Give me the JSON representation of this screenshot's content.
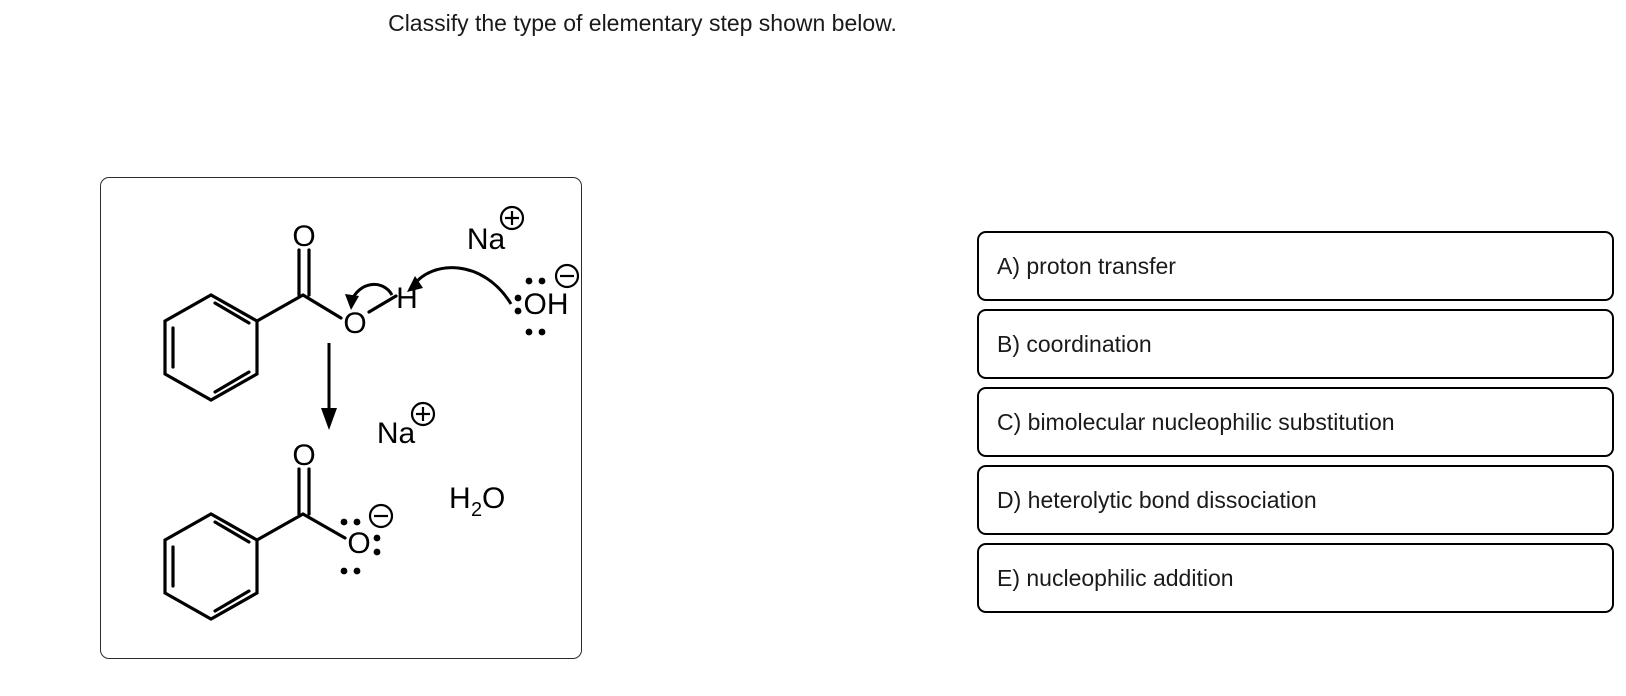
{
  "question": {
    "prompt": "Classify the type of elementary step shown below."
  },
  "reaction_figure": {
    "name": "elementary-step-scheme",
    "reactants": {
      "substrate_name": "benzoic acid",
      "atoms": {
        "carbonyl_oxygen": "O",
        "hydroxyl_oxygen": "O",
        "acidic_hydrogen": "H"
      },
      "reagent": {
        "cation": "Na",
        "cation_charge": "⊕",
        "anion": "OH",
        "anion_charge": "⊖"
      },
      "curved_arrows": [
        "O-H bond electrons to hydroxyl oxygen",
        "hydroxide lone pair to acidic hydrogen"
      ]
    },
    "products": {
      "substrate_name": "benzoate",
      "atoms": {
        "carbonyl_oxygen": "O",
        "anionic_oxygen": "O",
        "anionic_oxygen_charge": "⊖"
      },
      "counterion": {
        "cation": "Na",
        "cation_charge": "⊕"
      },
      "byproduct": {
        "formula_main": "H",
        "formula_sub": "2",
        "formula_tail": "O"
      }
    },
    "reaction_arrow": "downward-arrow"
  },
  "answers": {
    "options": [
      {
        "id": "A",
        "label": "A) proton transfer"
      },
      {
        "id": "B",
        "label": "B) coordination"
      },
      {
        "id": "C",
        "label": "C) bimolecular nucleophilic substitution"
      },
      {
        "id": "D",
        "label": "D) heterolytic bond dissociation"
      },
      {
        "id": "E",
        "label": "E) nucleophilic addition"
      }
    ]
  },
  "colors": {
    "background": "#ffffff",
    "text": "#1a1a1a",
    "stroke": "#000000",
    "panel_border": "#2b2b2b"
  }
}
